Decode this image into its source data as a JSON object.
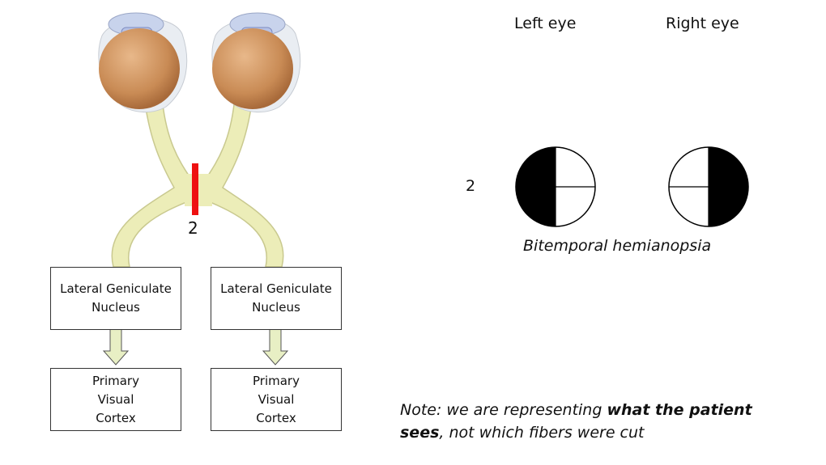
{
  "lesion_label": "2",
  "row_label": "2",
  "lgn_left": {
    "line1": "Lateral Geniculate",
    "line2": "Nucleus"
  },
  "lgn_right": {
    "line1": "Lateral Geniculate",
    "line2": "Nucleus"
  },
  "cortex_left": {
    "line1": "Primary",
    "line2": "Visual",
    "line3": "Cortex"
  },
  "cortex_right": {
    "line1": "Primary",
    "line2": "Visual",
    "line3": "Cortex"
  },
  "left_eye_heading": "Left eye",
  "right_eye_heading": "Right eye",
  "caption": "Bitemporal hemianopsia",
  "note": {
    "part1": "Note: we are representing ",
    "bold1": "what the patient",
    "bold2": "sees",
    "part2": ", not which fibers were cut"
  },
  "colors": {
    "lesion": "#ee1111",
    "nerve": "#ecedb8",
    "eyeball": "#c98b55",
    "arrow": "#e8efc4"
  }
}
